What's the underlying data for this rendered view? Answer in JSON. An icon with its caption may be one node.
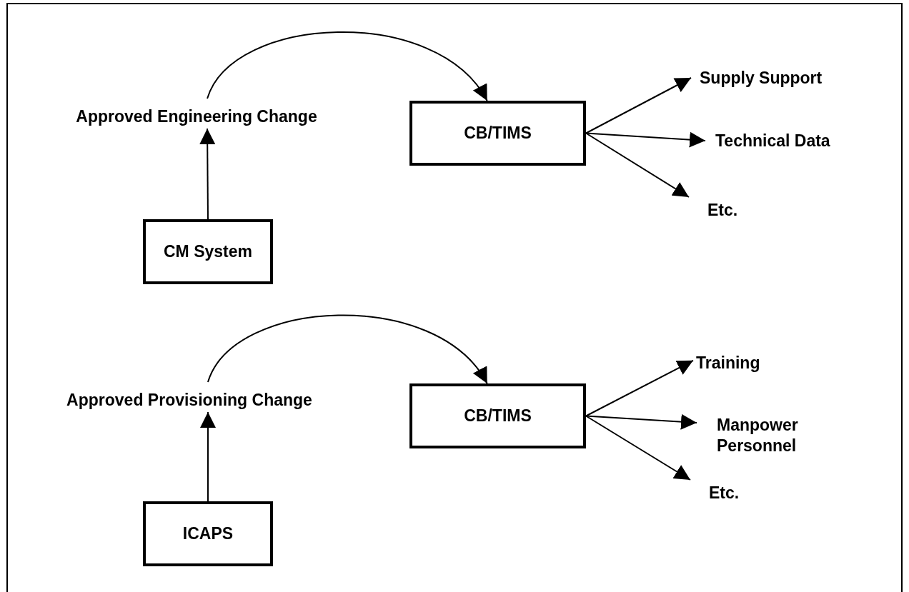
{
  "diagram": {
    "nodes": [
      {
        "text": [
          "Approved Engineering Change"
        ]
      },
      {
        "text": [
          "CB/TIMS"
        ]
      },
      {
        "text": [
          "CM System"
        ]
      },
      {
        "text": [
          "Supply Support"
        ]
      },
      {
        "text": [
          "Technical Data"
        ]
      },
      {
        "text": [
          "Etc."
        ]
      },
      {
        "text": [
          "Approved Provisioning Change"
        ]
      },
      {
        "text": [
          "CB/TIMS"
        ]
      },
      {
        "text": [
          "ICAPS"
        ]
      },
      {
        "text": [
          "Training"
        ]
      },
      {
        "text": [
          "Manpower Personnel"
        ]
      },
      {
        "text": [
          "Etc."
        ]
      }
    ],
    "edges": [
      {
        "from": 2,
        "to": 0,
        "arrow": "to"
      },
      {
        "from": 0,
        "to": 1,
        "arrow": "to"
      },
      {
        "from": 1,
        "to": 3,
        "arrow": "to"
      },
      {
        "from": 1,
        "to": 4,
        "arrow": "to"
      },
      {
        "from": 1,
        "to": 5,
        "arrow": "to"
      },
      {
        "from": 8,
        "to": 6,
        "arrow": "to"
      },
      {
        "from": 6,
        "to": 7,
        "arrow": "to"
      },
      {
        "from": 7,
        "to": 9,
        "arrow": "to"
      },
      {
        "from": 7,
        "to": 10,
        "arrow": "to"
      },
      {
        "from": 7,
        "to": 11,
        "arrow": "to"
      }
    ]
  }
}
